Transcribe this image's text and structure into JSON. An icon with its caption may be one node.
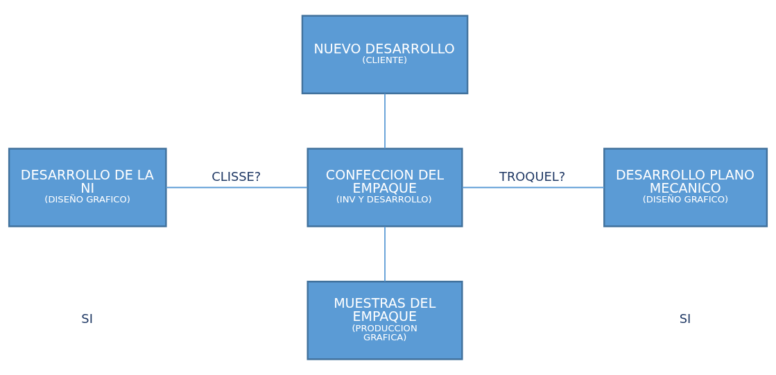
{
  "diagram": {
    "nodes": [
      {
        "text": [
          "NUEVO DESARROLLO",
          "(CLIENTE)"
        ]
      },
      {
        "text": [
          "CONFECCION DEL EMPAQUE",
          "(INV Y DESARROLLO)"
        ]
      },
      {
        "text": [
          "DESARROLLO DE LA NI",
          "(DISEÑO GRAFICO)"
        ]
      },
      {
        "text": [
          "DESARROLLO PLANO MECANICO",
          "(DISEÑO GRAFICO)"
        ]
      },
      {
        "text": [
          "MUESTRAS DEL EMPAQUE",
          "(PRODUCCION GRAFICA)"
        ]
      }
    ],
    "edges": [
      {
        "from": 0,
        "to": 1,
        "arrow": "none"
      },
      {
        "from": 2,
        "to": 1,
        "arrow": "none",
        "label": "CLISSE?"
      },
      {
        "from": 1,
        "to": 3,
        "arrow": "none",
        "label": "TROQUEL?"
      },
      {
        "from": 1,
        "to": 4,
        "arrow": "none"
      }
    ],
    "labels": [
      "SI",
      "SI"
    ]
  }
}
